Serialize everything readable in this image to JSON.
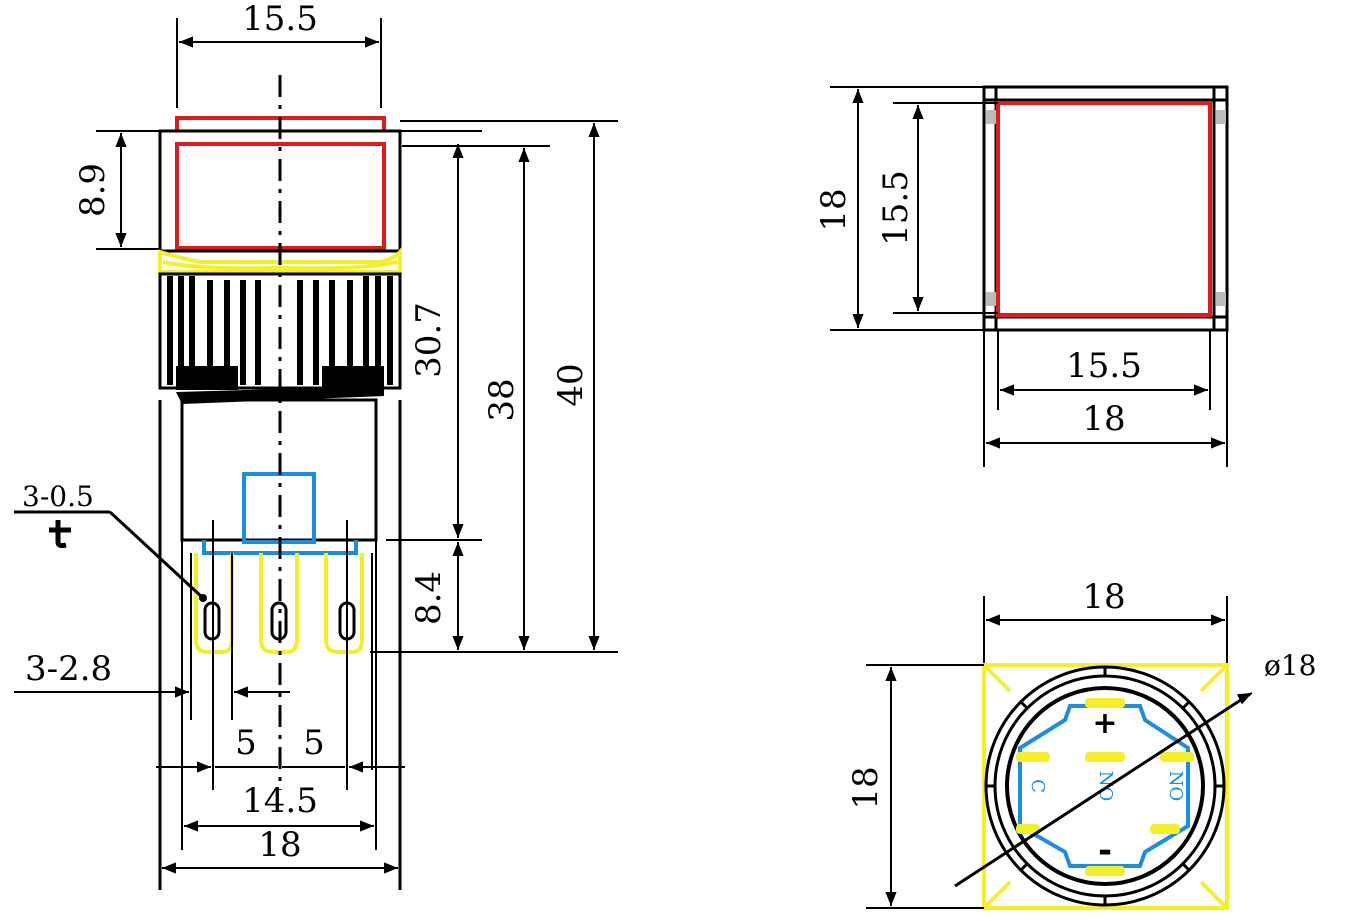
{
  "front_view": {
    "width_top": "15.5",
    "cap_height": "8.9",
    "body_height": "30.7",
    "height_38": "38",
    "total_height": "40",
    "terminal_length": "8.4",
    "terminal_spec": "3-0.5",
    "terminal_width": "3-2.8",
    "pitch_left": "5",
    "pitch_right": "5",
    "pin_span": "14.5",
    "base_width": "18"
  },
  "top_view": {
    "outer_height_partial": "18",
    "inner_height": "15.5",
    "inner_width": "15.5",
    "outer_width": "18"
  },
  "bottom_view": {
    "width": "18",
    "height": "18",
    "diameter": "ø18",
    "plus_mark": "+",
    "minus_mark": "-",
    "terminal_c": "C",
    "terminal_no_mid": "NO",
    "terminal_no_right": "NO"
  },
  "colors": {
    "cap": "#e01b1b",
    "bezel": "#f5ef2a",
    "contact": "#1a8fe0"
  }
}
